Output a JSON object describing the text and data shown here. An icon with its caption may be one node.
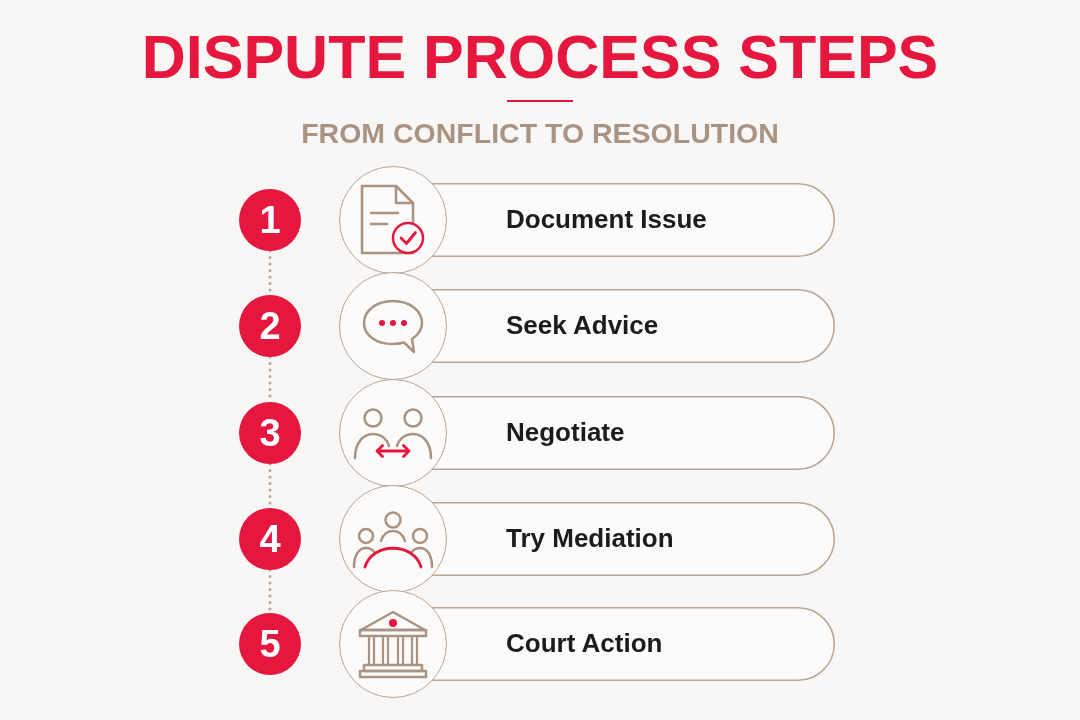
{
  "diagram": {
    "title": "DISPUTE PROCESS STEPS",
    "nodes": [
      {
        "text": [
          "1"
        ]
      },
      {
        "text": [],
        "shape": "circle"
      },
      {
        "text": [
          "Document Issue"
        ]
      },
      {
        "text": [
          "2"
        ]
      },
      {
        "text": [],
        "shape": "circle"
      },
      {
        "text": [
          "Seek Advice"
        ]
      },
      {
        "text": [
          "3"
        ]
      },
      {
        "text": [],
        "shape": "circle"
      },
      {
        "text": [
          "Negotiate"
        ]
      },
      {
        "text": [
          "4"
        ]
      },
      {
        "text": [],
        "shape": "circle"
      },
      {
        "text": [
          "Try Mediation"
        ]
      },
      {
        "text": [
          "5"
        ]
      },
      {
        "text": [],
        "shape": "circle"
      },
      {
        "text": [
          "Court Action"
        ]
      }
    ],
    "edges": [
      {
        "from": 0,
        "to": 3,
        "arrow": "none",
        "style": "dashed"
      },
      {
        "from": 3,
        "to": 6,
        "arrow": "none",
        "style": "dashed"
      },
      {
        "from": 6,
        "to": 9,
        "arrow": "none",
        "style": "dashed"
      },
      {
        "from": 9,
        "to": 12,
        "arrow": "none",
        "style": "dashed"
      }
    ],
    "labels": [
      "FROM CONFLICT TO RESOLUTION"
    ]
  }
}
